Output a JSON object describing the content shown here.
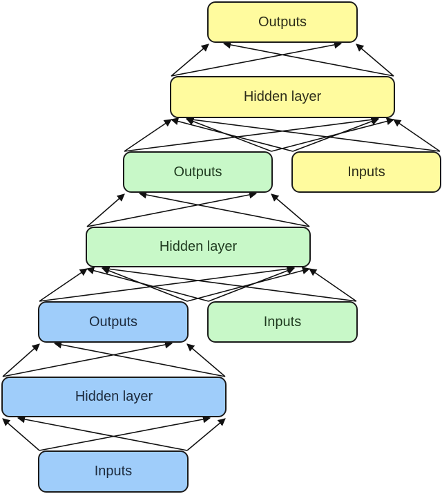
{
  "diagram": {
    "title": "",
    "colors": {
      "blue": "#9fcdfa",
      "green": "#c8f8c8",
      "yellow": "#fffb9e",
      "stroke": "#1a1a1a"
    },
    "stages": [
      {
        "name": "blue",
        "inputs": "Inputs",
        "hidden": "Hidden layer",
        "outputs": "Outputs"
      },
      {
        "name": "green",
        "inputs": "Inputs",
        "hidden": "Hidden layer",
        "outputs": "Outputs"
      },
      {
        "name": "yellow",
        "inputs": "Inputs",
        "hidden": "Hidden layer",
        "outputs": "Outputs"
      }
    ],
    "edges": [
      {
        "from": "blue-inputs",
        "to": "blue-hidden",
        "type": "fully-connected"
      },
      {
        "from": "blue-hidden",
        "to": "blue-outputs",
        "type": "fully-connected"
      },
      {
        "from": "blue-outputs",
        "to": "green-hidden",
        "type": "fully-connected"
      },
      {
        "from": "green-inputs",
        "to": "green-hidden",
        "type": "fully-connected"
      },
      {
        "from": "green-hidden",
        "to": "green-outputs",
        "type": "fully-connected"
      },
      {
        "from": "green-outputs",
        "to": "yellow-hidden",
        "type": "fully-connected"
      },
      {
        "from": "yellow-inputs",
        "to": "yellow-hidden",
        "type": "fully-connected"
      },
      {
        "from": "yellow-hidden",
        "to": "yellow-outputs",
        "type": "fully-connected"
      }
    ]
  }
}
